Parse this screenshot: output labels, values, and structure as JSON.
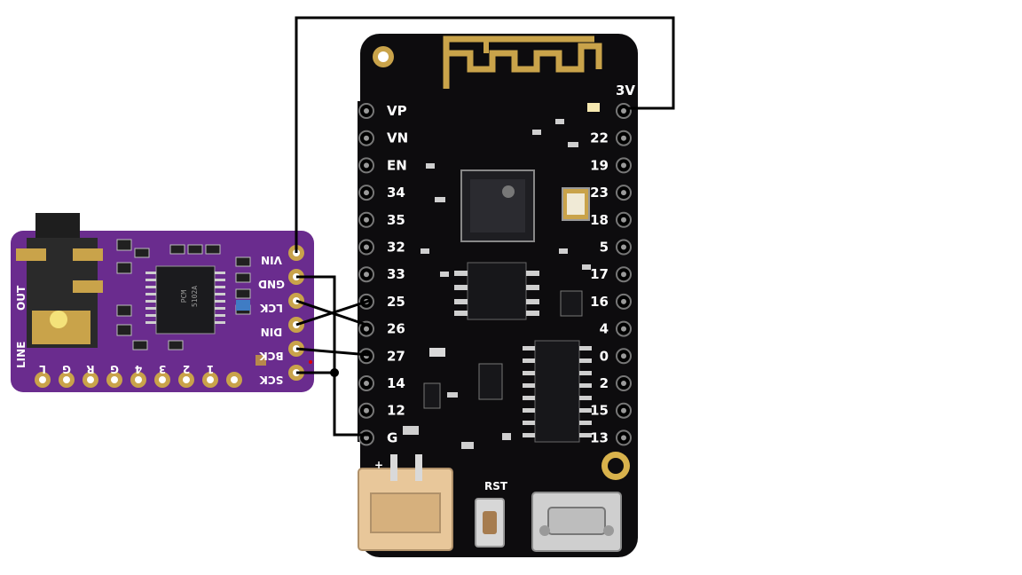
{
  "dac_module": {
    "pins": [
      "VIN",
      "GND",
      "LCK",
      "DIN",
      "BCK",
      "SCK"
    ],
    "bottom_labels": [
      "L",
      "G",
      "R",
      "G",
      "4",
      "3",
      "2",
      "1"
    ],
    "jack_labels": [
      "LINE",
      "OUT"
    ],
    "chip_text": [
      "PCM",
      "5102A"
    ]
  },
  "esp32_board": {
    "left_pins": [
      "VP",
      "VN",
      "EN",
      "34",
      "35",
      "32",
      "33",
      "25",
      "26",
      "27",
      "14",
      "12",
      "G"
    ],
    "right_pins": [
      "3V",
      "22",
      "19",
      "23",
      "18",
      "5",
      "17",
      "16",
      "4",
      "0",
      "2",
      "15",
      "13"
    ],
    "rst_label": "RST",
    "battery_plus": "+"
  },
  "colors": {
    "board": "#0d0c0e",
    "dac_board": "#6a2c8e",
    "wire": "#000000",
    "pad": "#c9a34a",
    "antenna": "#c9a34a"
  }
}
